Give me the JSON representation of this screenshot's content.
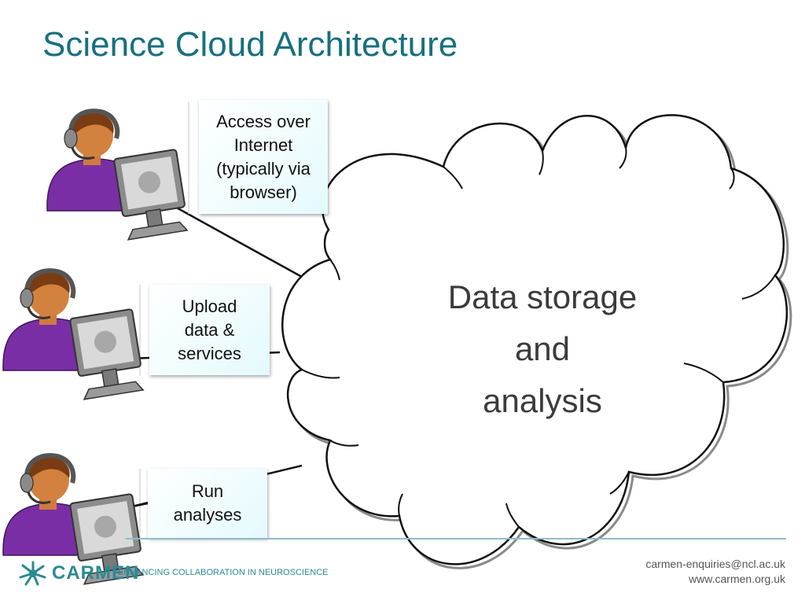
{
  "slide": {
    "title": "Science Cloud Architecture"
  },
  "boxes": {
    "access": [
      "Access over",
      "Internet",
      "(typically via",
      "browser)"
    ],
    "upload": [
      "Upload",
      "data &",
      "services"
    ],
    "run": [
      "Run",
      "analyses"
    ]
  },
  "cloud": {
    "lines": [
      "Data storage",
      "and",
      "analysis"
    ]
  },
  "footer": {
    "logo_text": "CARMEN",
    "tagline": "ENHANCING COLLABORATION IN NEUROSCIENCE",
    "email": "carmen-enquiries@ncl.ac.uk",
    "website": "www.carmen.org.uk"
  },
  "colors": {
    "title": "#17707f",
    "accent": "#2a8a94",
    "person_body": "#7a2ea6",
    "monitor": "#7f7f7f"
  },
  "icons": [
    "user-at-computer-icon",
    "carmen-logo-icon"
  ]
}
